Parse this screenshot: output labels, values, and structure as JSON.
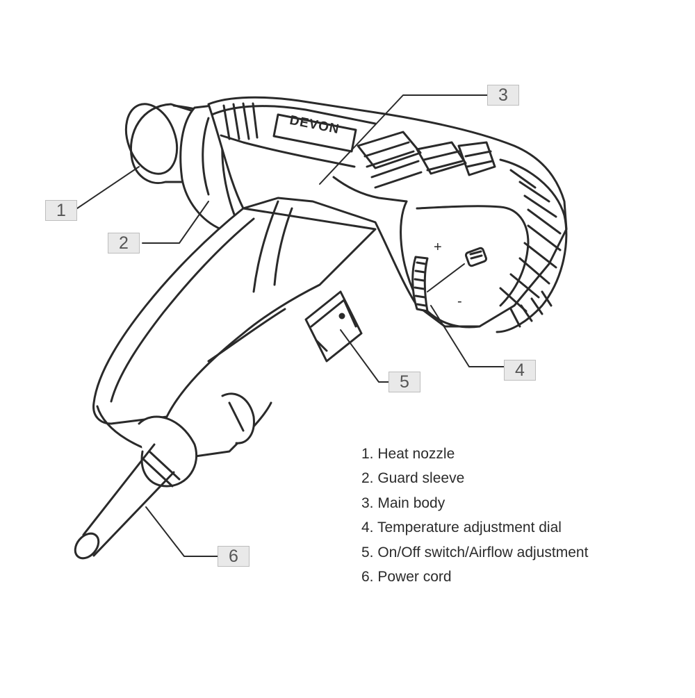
{
  "brand_label": "DEVON",
  "callouts": [
    {
      "number": "1",
      "part": "heat-nozzle"
    },
    {
      "number": "2",
      "part": "guard-sleeve"
    },
    {
      "number": "3",
      "part": "main-body"
    },
    {
      "number": "4",
      "part": "temperature-adjustment-dial"
    },
    {
      "number": "5",
      "part": "on-off-switch"
    },
    {
      "number": "6",
      "part": "power-cord"
    }
  ],
  "legend": [
    "1. Heat nozzle",
    "2. Guard sleeve",
    "3. Main body",
    "4. Temperature adjustment dial",
    "5. On/Off switch/Airflow adjustment",
    "6. Power cord"
  ],
  "dial_symbols": {
    "plus": "+",
    "minus": "-"
  },
  "colors": {
    "line": "#2a2a2a",
    "callout_box": "#e9e9e9",
    "callout_text": "#555555"
  }
}
